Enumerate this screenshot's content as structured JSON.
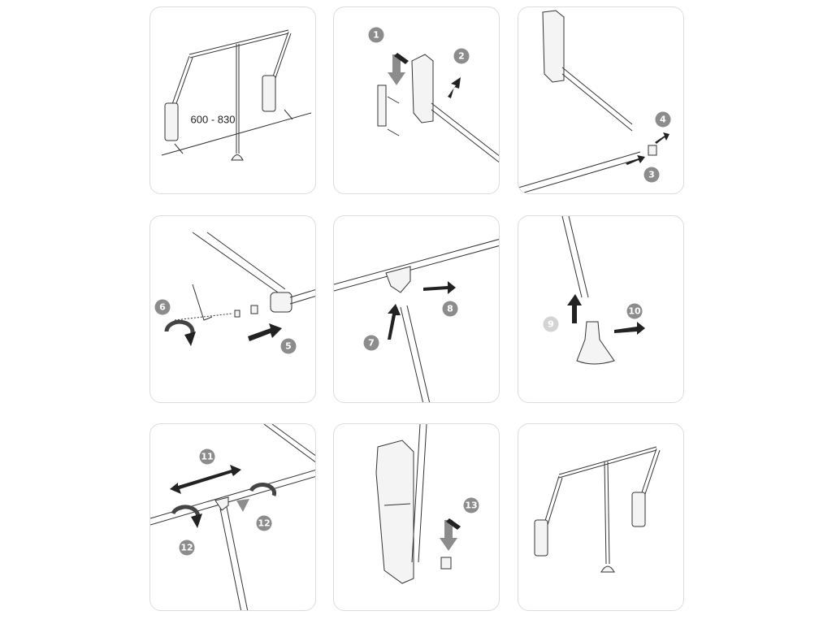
{
  "panels": [
    {
      "id": "step-overview",
      "dimension_label": "600 - 830"
    },
    {
      "id": "step-1-2",
      "badges": [
        "1",
        "2"
      ]
    },
    {
      "id": "step-3-4",
      "badges": [
        "4",
        "3"
      ]
    },
    {
      "id": "step-5-6",
      "badges": [
        "6",
        "5"
      ]
    },
    {
      "id": "step-7-8",
      "badges": [
        "8",
        "7"
      ]
    },
    {
      "id": "step-9-10",
      "badges": [
        "9",
        "10"
      ]
    },
    {
      "id": "step-11-12",
      "badges": [
        "11",
        "12",
        "12"
      ]
    },
    {
      "id": "step-13",
      "badges": [
        "13"
      ]
    },
    {
      "id": "step-final"
    }
  ],
  "colors": {
    "badge": "#8c8c8c",
    "badge_light": "#d4d4d4",
    "border": "#dcdcdc",
    "line": "#333333"
  }
}
